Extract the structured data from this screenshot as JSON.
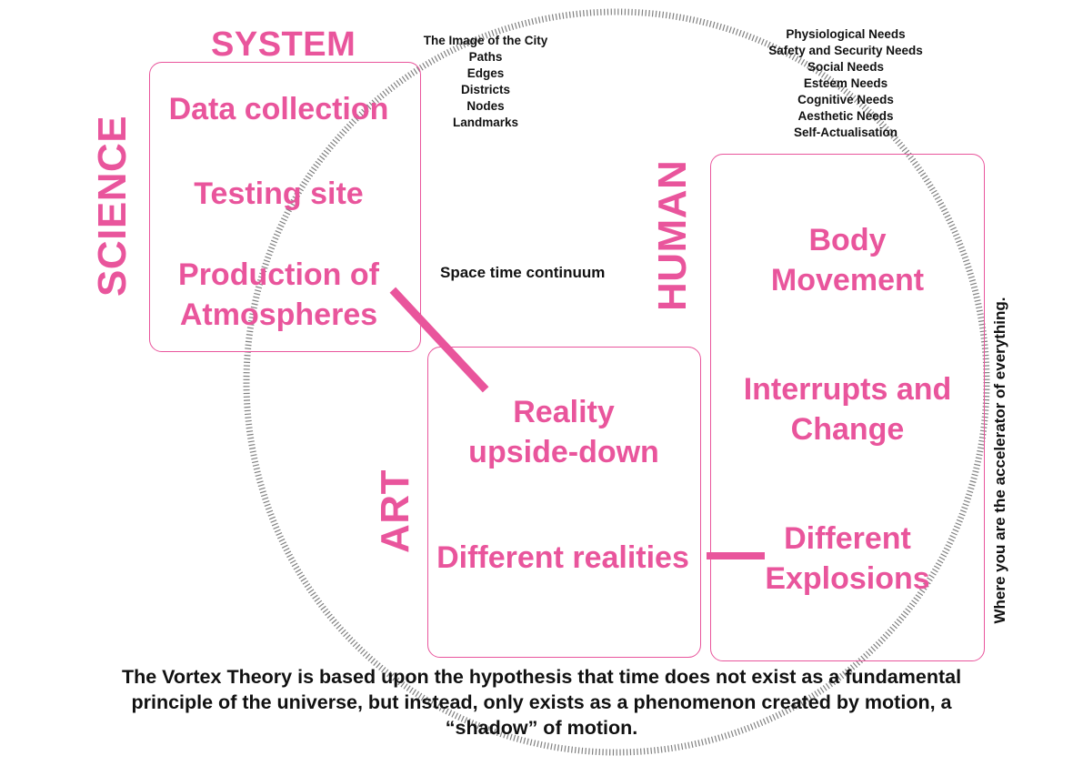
{
  "colors": {
    "accent": "#e9559c",
    "text": "#111111"
  },
  "categories": {
    "system": "SYSTEM",
    "science": "SCIENCE",
    "human": "HUMAN",
    "art": "ART"
  },
  "system_box": {
    "items": [
      "Data collection",
      "Testing site",
      "Production of",
      "Atmospheres"
    ]
  },
  "art_box": {
    "items": [
      "Reality",
      "upside-down",
      "Different realities"
    ]
  },
  "human_box": {
    "items": [
      "Body",
      "Movement",
      "Interrupts and",
      "Change",
      "Different",
      "Explosions"
    ]
  },
  "city_list": [
    "The Image of the City",
    "Paths",
    "Edges",
    "Districts",
    "Nodes",
    "Landmarks"
  ],
  "needs_list": [
    "Physiological Needs",
    "Safety and Security Needs",
    "Social Needs",
    "Esteem Needs",
    "Cognitive Needs",
    "Aesthetic Needs",
    "Self-Actualisation"
  ],
  "center_note": "Space time continuum",
  "side_note": "Where you are the accelerator of everything.",
  "footer": {
    "line1": "The Vortex Theory is based upon the hypothesis that time does not exist as a fundamental",
    "line2": "principle of the universe, but instead, only exists as a phenomenon created by motion, a",
    "line3": "“shadow” of motion."
  }
}
